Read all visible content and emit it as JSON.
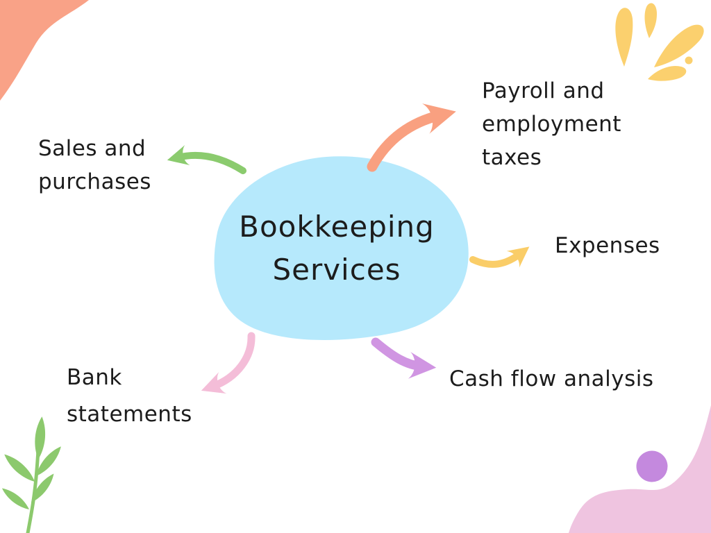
{
  "background_color": "#FFFFFF",
  "diagram": {
    "center": {
      "label_line1": "Bookkeeping",
      "label_line2": "Services",
      "shape_color": "#B6E9FC",
      "text_color": "#1C1C1C"
    },
    "branches": [
      {
        "id": "sales-purchases",
        "lines": [
          "Sales and",
          "purchases"
        ],
        "arrow_color": "#8BCB6E",
        "arrow_direction": "upper-left"
      },
      {
        "id": "payroll-employment-taxes",
        "lines": [
          "Payroll and",
          "employment",
          "taxes"
        ],
        "arrow_color": "#F9A080",
        "arrow_direction": "upper-right"
      },
      {
        "id": "expenses",
        "lines": [
          "Expenses"
        ],
        "arrow_color": "#FACD68",
        "arrow_direction": "right"
      },
      {
        "id": "cash-flow-analysis",
        "lines": [
          "Cash flow analysis"
        ],
        "arrow_color": "#D095E2",
        "arrow_direction": "lower-right"
      },
      {
        "id": "bank-statements",
        "lines": [
          "Bank",
          "statements"
        ],
        "arrow_color": "#F4BDD8",
        "arrow_direction": "lower-left"
      }
    ],
    "decorations": {
      "top_left_blob_color": "#F9A287",
      "top_right_splash_color": "#FBD06E",
      "bottom_left_plant_color": "#8CC96D",
      "bottom_right_blob_color": "#EFC4E0",
      "bottom_right_circle_color": "#C489DE"
    }
  }
}
